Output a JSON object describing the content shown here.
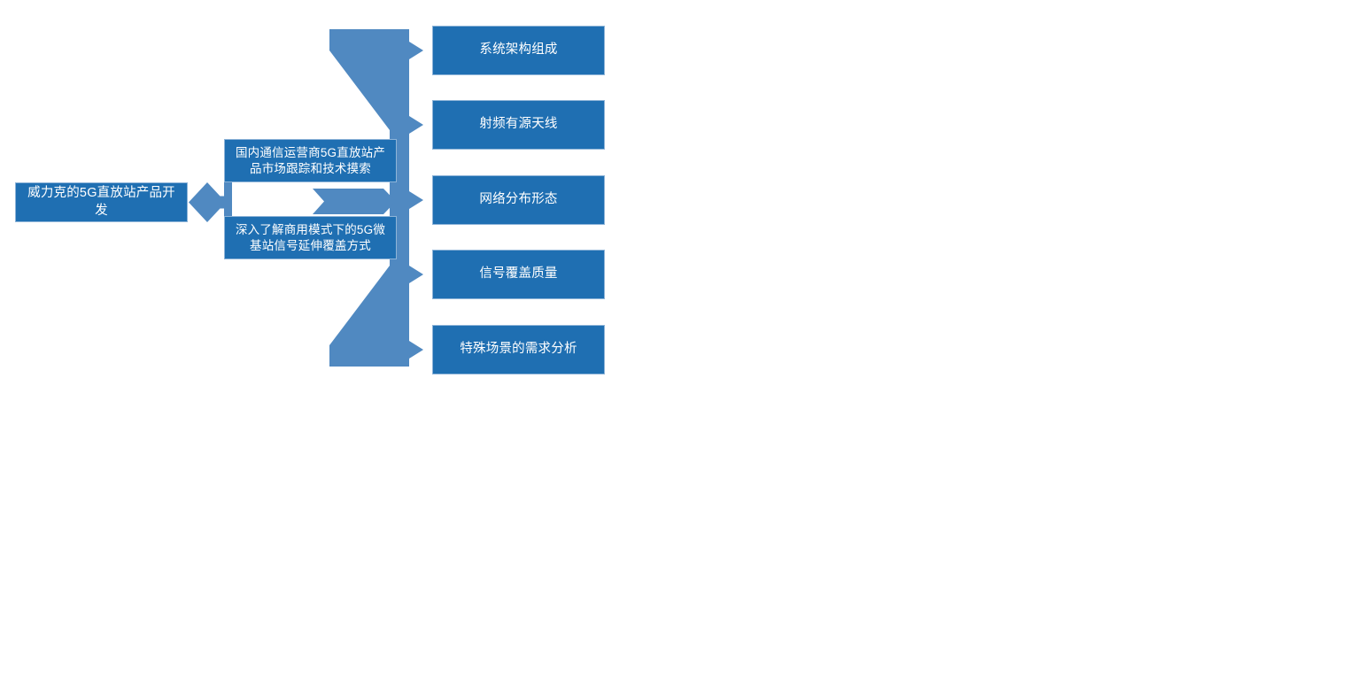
{
  "diagram": {
    "type": "hierarchy-funnel",
    "colors": {
      "node_fill": "#1F6FB2",
      "node_border": "#8EB4D8",
      "connector_fill": "#5089C1",
      "node_text": "#FFFFFF",
      "background": "#FFFFFF"
    },
    "root": {
      "label": "威力克的5G直放站产品开发"
    },
    "branches": [
      {
        "label": "国内通信运营商5G直放站产品市场跟踪和技术摸索"
      },
      {
        "label": "深入了解商用模式下的5G微基站信号延伸覆盖方式"
      }
    ],
    "leaves": [
      {
        "label": "系统架构组成"
      },
      {
        "label": "射频有源天线"
      },
      {
        "label": "网络分布形态"
      },
      {
        "label": "信号覆盖质量"
      },
      {
        "label": "特殊场景的需求分析"
      }
    ],
    "connectors": [
      {
        "name": "root-to-branches-diamond"
      },
      {
        "name": "branches-to-neck-chevrons"
      },
      {
        "name": "branches-to-leaves-funnel"
      }
    ]
  }
}
